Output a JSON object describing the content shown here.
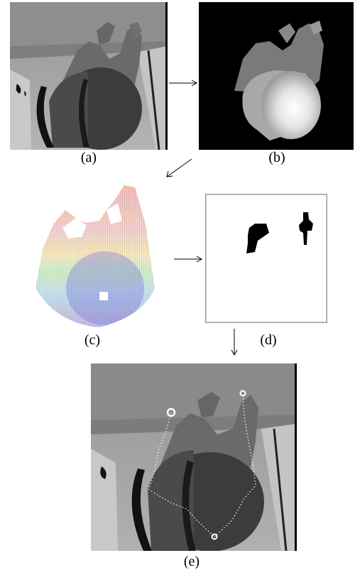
{
  "captions": {
    "a": "(a)",
    "b": "(b)",
    "c": "(c)",
    "d": "(d)",
    "e": "(e)"
  },
  "colors": {
    "depth_background": "#8c8c8c",
    "depth_floor": "#a8a8a8",
    "body_dark": "#3a3a3a",
    "black": "#000000",
    "frame_border": "#9a9a9a",
    "skeleton": "#ffffff"
  },
  "icons": [
    "arrow-right-icon",
    "arrow-down-left-icon",
    "arrow-down-icon"
  ]
}
